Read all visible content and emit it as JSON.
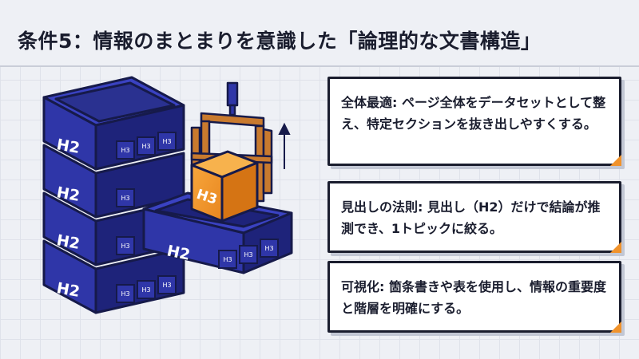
{
  "title": "条件5：情報のまとまりを意識した「論理的な文書構造」",
  "diagram": {
    "h2_label": "H2",
    "h3_label": "H3"
  },
  "cards": [
    {
      "text": "全体最適: ページ全体をデータセットとして整え、特定セクションを抜き出しやすくする。"
    },
    {
      "text": "見出しの法則: 見出し（H2）だけで結論が推測でき、1トピックに絞る。"
    },
    {
      "text": "可視化: 箇条書きや表を使用し、情報の重要度と階層を明確にする。"
    }
  ],
  "colors": {
    "block": "#2f36a8",
    "block_dark": "#1e237a",
    "block_top": "#3a42c2",
    "accent": "#f0922b",
    "crane": "#c97a2e",
    "outline": "#161a4a"
  }
}
